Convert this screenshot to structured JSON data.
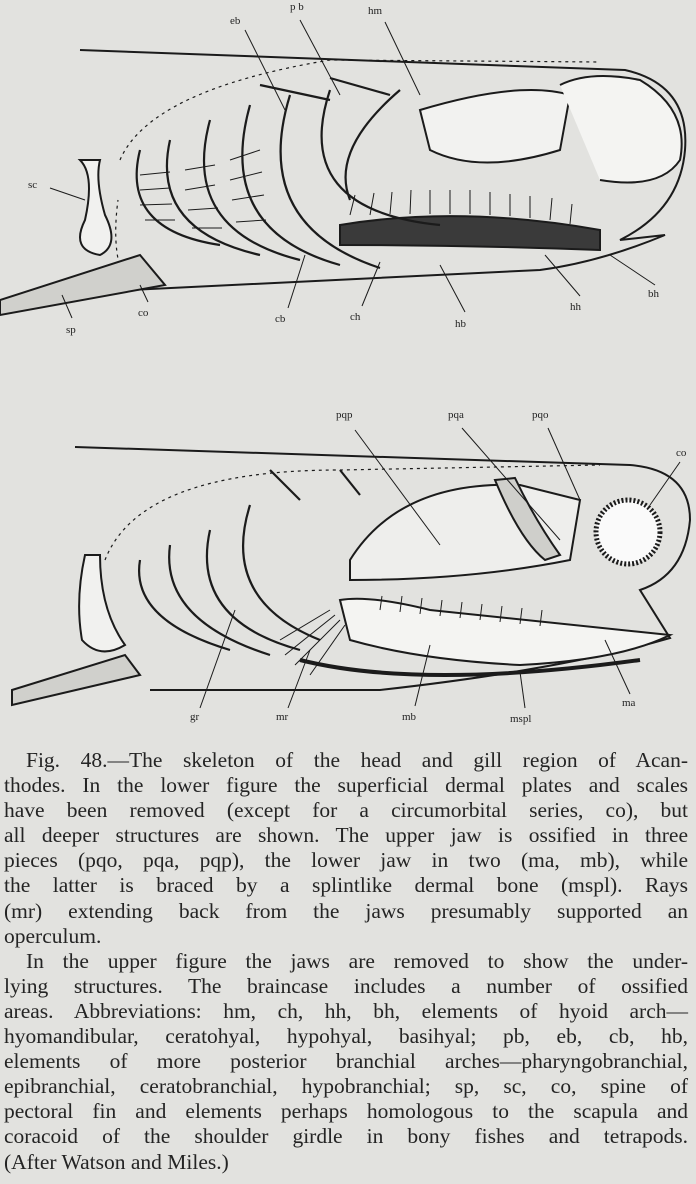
{
  "figure": {
    "upper_labels": {
      "eb_top": "eb",
      "pb": "p b",
      "hm": "hm",
      "sc": "sc",
      "sp": "sp",
      "co": "co",
      "cb": "cb",
      "ch": "ch",
      "hb": "hb",
      "hh": "hh",
      "bh": "bh"
    },
    "lower_labels": {
      "pqp": "pqp",
      "pqa": "pqa",
      "pqo": "pqo",
      "co": "co",
      "gr": "gr",
      "mr": "mr",
      "mb": "mb",
      "mspl": "mspl",
      "ma": "ma"
    }
  },
  "caption": {
    "lines": [
      "Fig. 48.—The skeleton of the head and gill region of Acan-",
      "thodes. In the lower figure the superficial dermal plates and scales",
      "have been removed (except for a circumorbital series, co), but",
      "all deeper structures are shown. The upper jaw is ossified in three",
      "pieces (pqo, pqa, pqp), the lower jaw in two (ma, mb), while",
      "the latter is braced by a splintlike dermal bone (mspl). Rays",
      "(mr) extending back from the jaws presumably supported an",
      "operculum.",
      "In the upper figure the jaws are removed to show the under-",
      "lying structures. The braincase includes a number of ossified",
      "areas. Abbreviations: hm, ch, hh, bh, elements of hyoid arch—",
      "hyomandibular, ceratohyal, hypohyal, basihyal; pb, eb, cb, hb,",
      "elements of more posterior branchial arches—pharyngobranchial,",
      "epibranchial, ceratobranchial, hypobranchial; sp, sc, co, spine of",
      "pectoral fin and elements perhaps homologous to the scapula and",
      "coracoid of the shoulder girdle in bony fishes and tetrapods.",
      "(After Watson and Miles.)"
    ]
  }
}
